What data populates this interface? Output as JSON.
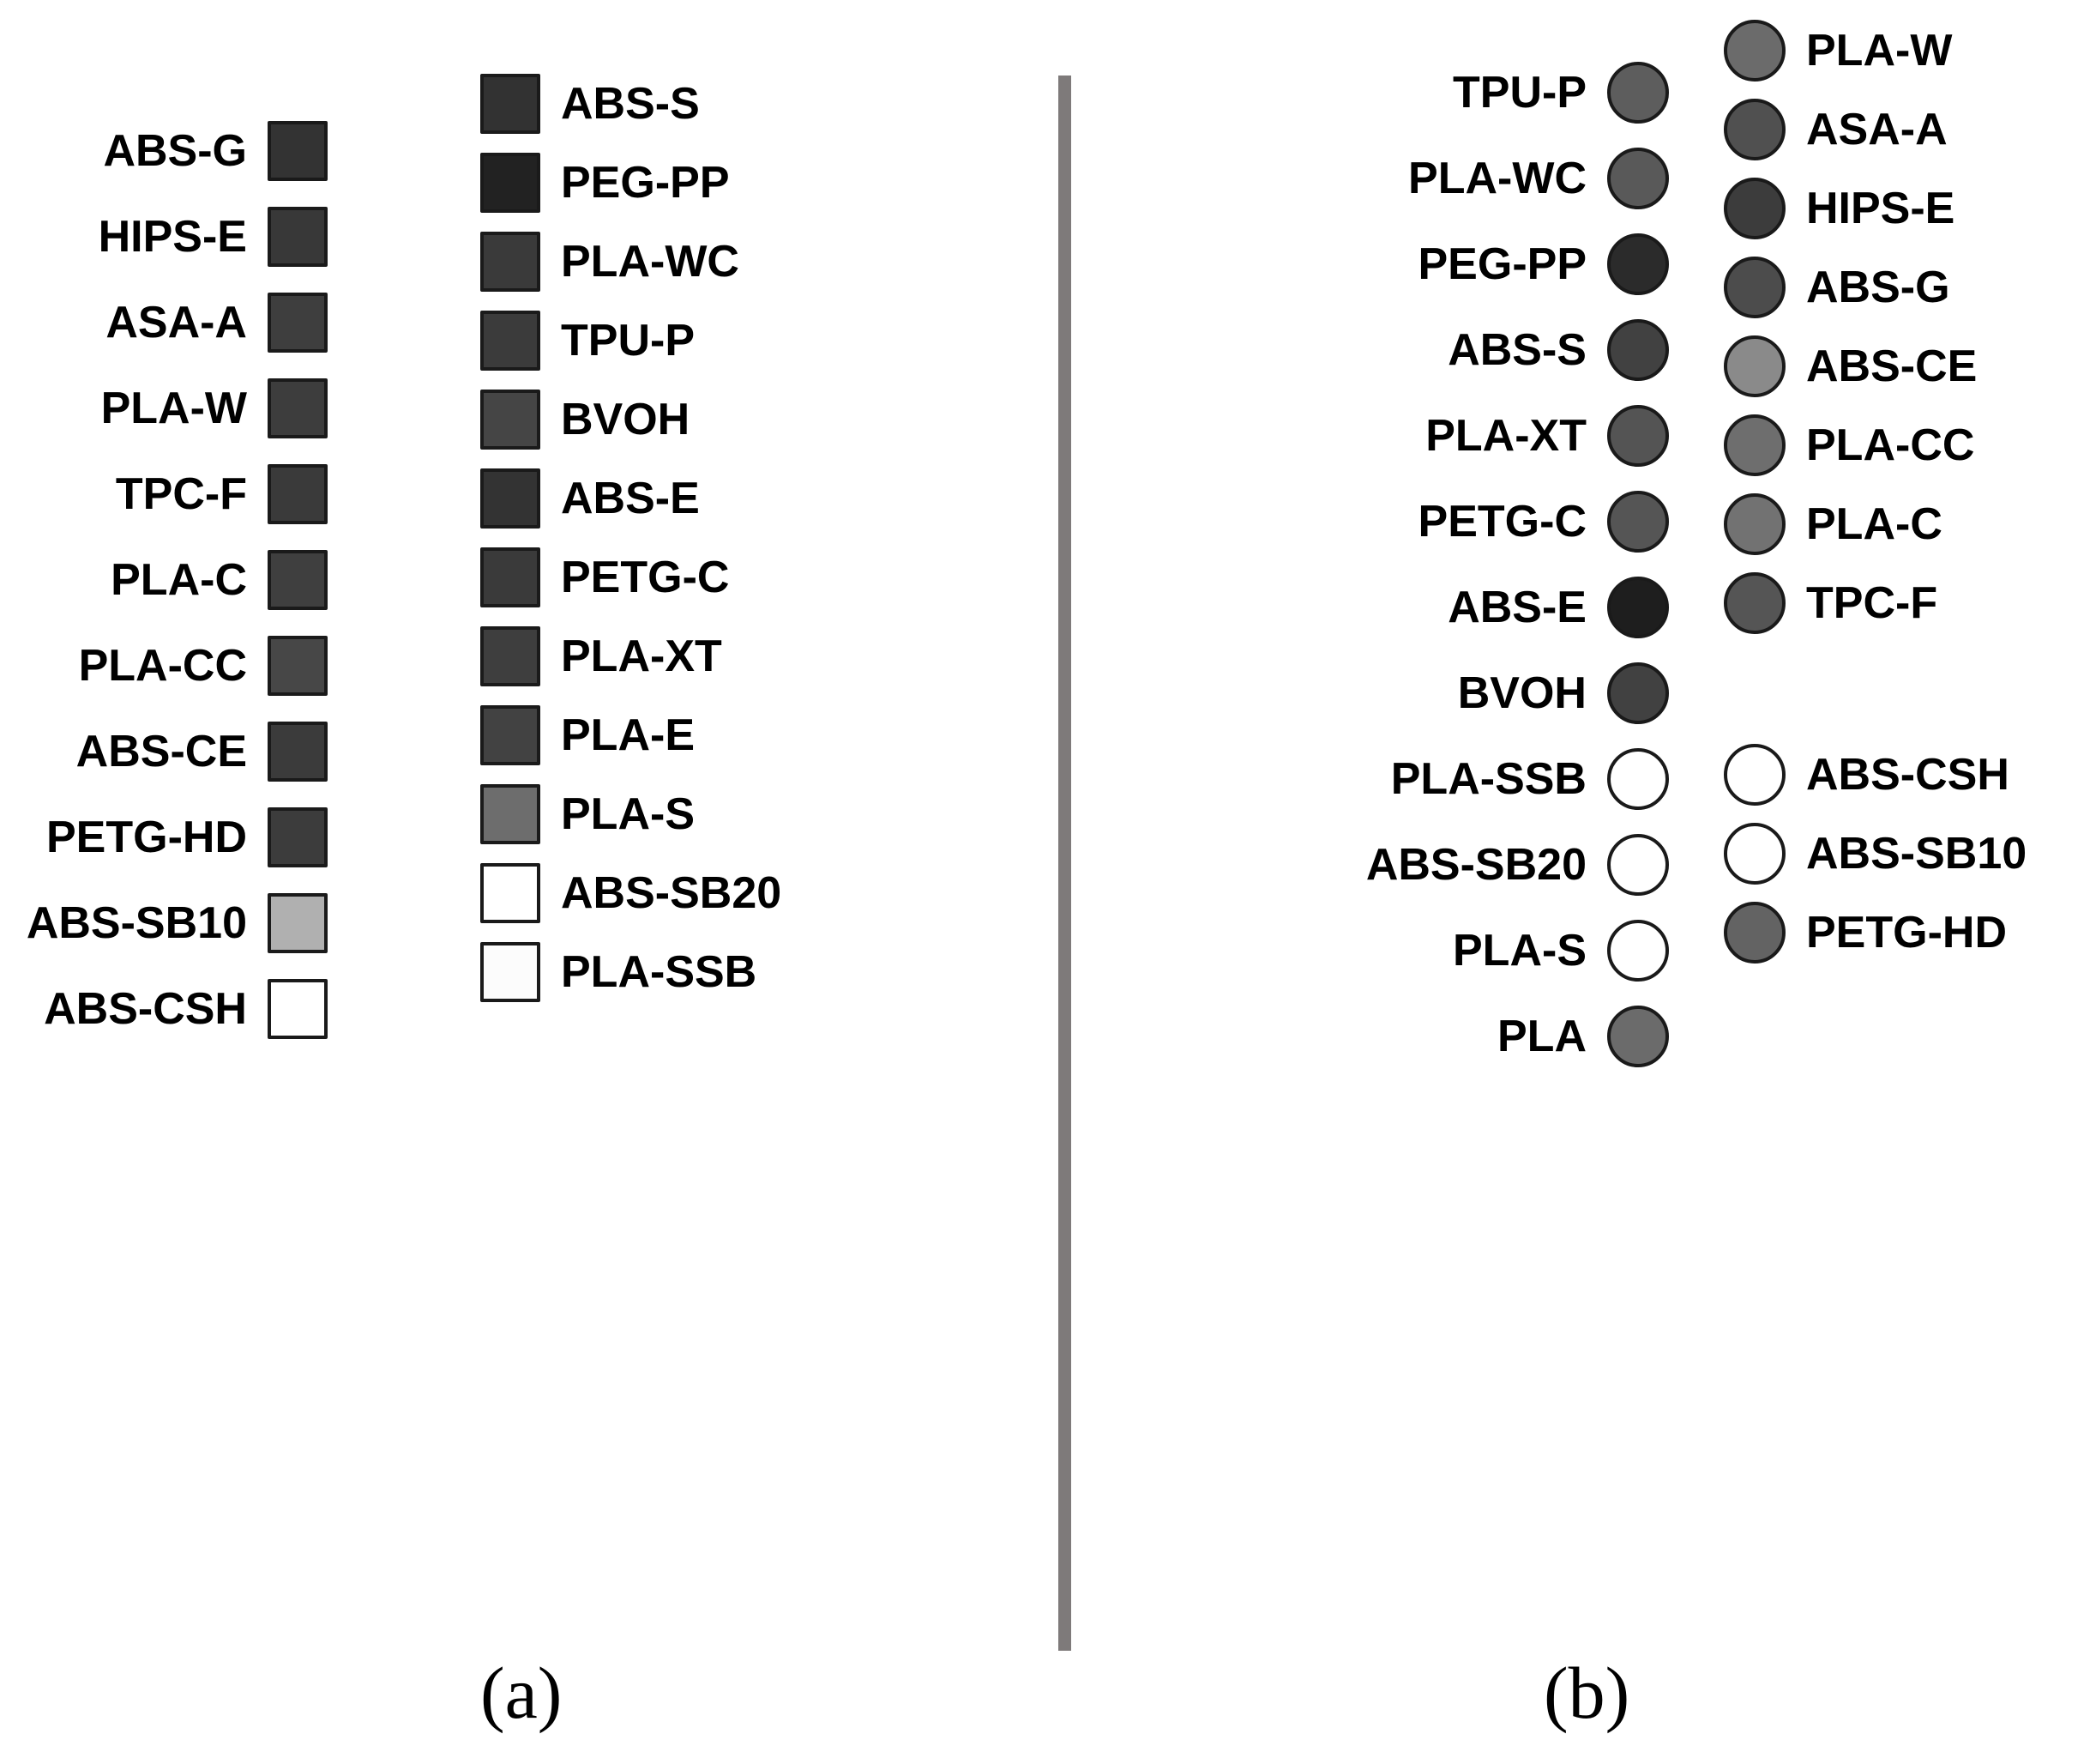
{
  "figure": {
    "panels": [
      {
        "id": "a",
        "caption": "(a)"
      },
      {
        "id": "b",
        "caption": "(b)"
      }
    ],
    "divider_color": "#7e7a7a",
    "outline_color": "#1a1a1a"
  },
  "panel_a": {
    "marker_shape": "square",
    "column1": [
      {
        "label": "ABS-G",
        "color": "#333333"
      },
      {
        "label": "HIPS-E",
        "color": "#383838"
      },
      {
        "label": "ASA-A",
        "color": "#3e3e3e"
      },
      {
        "label": "PLA-W",
        "color": "#3d3d3d"
      },
      {
        "label": "TPC-F",
        "color": "#3a3a3a"
      },
      {
        "label": "PLA-C",
        "color": "#3f3f3f"
      },
      {
        "label": "PLA-CC",
        "color": "#474747"
      },
      {
        "label": "ABS-CE",
        "color": "#3b3b3b"
      },
      {
        "label": "PETG-HD",
        "color": "#3c3c3c"
      },
      {
        "label": "ABS-SB10",
        "color": "#b0b0b0"
      },
      {
        "label": "ABS-CSH",
        "color": "#ffffff"
      }
    ],
    "column2": [
      {
        "label": "ABS-S",
        "color": "#323232"
      },
      {
        "label": "PEG-PP",
        "color": "#222222"
      },
      {
        "label": "PLA-WC",
        "color": "#3a3a3a"
      },
      {
        "label": "TPU-P",
        "color": "#3b3b3b"
      },
      {
        "label": "BVOH",
        "color": "#454545"
      },
      {
        "label": "ABS-E",
        "color": "#333333"
      },
      {
        "label": "PETG-C",
        "color": "#3a3a3a"
      },
      {
        "label": "PLA-XT",
        "color": "#3e3e3e"
      },
      {
        "label": "PLA-E",
        "color": "#424242"
      },
      {
        "label": "PLA-S",
        "color": "#6d6d6d"
      },
      {
        "label": "ABS-SB20",
        "color": "#ffffff"
      },
      {
        "label": "PLA-SSB",
        "color": "#fcfcfc"
      }
    ]
  },
  "panel_b": {
    "marker_shape": "circle",
    "column1": [
      {
        "label": "TPU-P",
        "color": "#5d5d5d"
      },
      {
        "label": "PLA-WC",
        "color": "#595959"
      },
      {
        "label": "PEG-PP",
        "color": "#2b2b2b"
      },
      {
        "label": "ABS-S",
        "color": "#414141"
      },
      {
        "label": "PLA-XT",
        "color": "#545454"
      },
      {
        "label": "PETG-C",
        "color": "#555555"
      },
      {
        "label": "ABS-E",
        "color": "#1e1e1e"
      },
      {
        "label": "BVOH",
        "color": "#414141"
      },
      {
        "label": "PLA-SSB",
        "color": "#ffffff"
      },
      {
        "label": "ABS-SB20",
        "color": "#ffffff"
      },
      {
        "label": "PLA-S",
        "color": "#ffffff"
      },
      {
        "label": "PLA",
        "color": "#6b6b6b"
      }
    ],
    "column2": [
      {
        "label": "PLA-W",
        "color": "#6b6b6b",
        "gap_before": false
      },
      {
        "label": "ASA-A",
        "color": "#505050",
        "gap_before": false
      },
      {
        "label": "HIPS-E",
        "color": "#3c3c3c",
        "gap_before": false
      },
      {
        "label": "ABS-G",
        "color": "#4c4c4c",
        "gap_before": false
      },
      {
        "label": "ABS-CE",
        "color": "#8a8a8a",
        "gap_before": false
      },
      {
        "label": "PLA-CC",
        "color": "#6e6e6e",
        "gap_before": false
      },
      {
        "label": "PLA-C",
        "color": "#727272",
        "gap_before": false
      },
      {
        "label": "TPC-F",
        "color": "#555555",
        "gap_before": false
      },
      {
        "label": "ABS-CSH",
        "color": "#ffffff",
        "gap_before": true
      },
      {
        "label": "ABS-SB10",
        "color": "#ffffff",
        "gap_before": false
      },
      {
        "label": "PETG-HD",
        "color": "#636363",
        "gap_before": false
      }
    ]
  },
  "chart_data": {
    "type": "table",
    "title": "",
    "description": "Two-panel legend key: (a) square markers, (b) circular markers, each mapping a 3D-printing filament material code to a grayscale fill value.",
    "panels": [
      {
        "panel": "(a)",
        "marker": "square",
        "entries": [
          {
            "label": "ABS-G",
            "color": "#333333"
          },
          {
            "label": "HIPS-E",
            "color": "#383838"
          },
          {
            "label": "ASA-A",
            "color": "#3e3e3e"
          },
          {
            "label": "PLA-W",
            "color": "#3d3d3d"
          },
          {
            "label": "TPC-F",
            "color": "#3a3a3a"
          },
          {
            "label": "PLA-C",
            "color": "#3f3f3f"
          },
          {
            "label": "PLA-CC",
            "color": "#474747"
          },
          {
            "label": "ABS-CE",
            "color": "#3b3b3b"
          },
          {
            "label": "PETG-HD",
            "color": "#3c3c3c"
          },
          {
            "label": "ABS-SB10",
            "color": "#b0b0b0"
          },
          {
            "label": "ABS-CSH",
            "color": "#ffffff"
          },
          {
            "label": "ABS-S",
            "color": "#323232"
          },
          {
            "label": "PEG-PP",
            "color": "#222222"
          },
          {
            "label": "PLA-WC",
            "color": "#3a3a3a"
          },
          {
            "label": "TPU-P",
            "color": "#3b3b3b"
          },
          {
            "label": "BVOH",
            "color": "#454545"
          },
          {
            "label": "ABS-E",
            "color": "#333333"
          },
          {
            "label": "PETG-C",
            "color": "#3a3a3a"
          },
          {
            "label": "PLA-XT",
            "color": "#3e3e3e"
          },
          {
            "label": "PLA-E",
            "color": "#424242"
          },
          {
            "label": "PLA-S",
            "color": "#6d6d6d"
          },
          {
            "label": "ABS-SB20",
            "color": "#ffffff"
          },
          {
            "label": "PLA-SSB",
            "color": "#fcfcfc"
          }
        ]
      },
      {
        "panel": "(b)",
        "marker": "circle",
        "entries": [
          {
            "label": "TPU-P",
            "color": "#5d5d5d"
          },
          {
            "label": "PLA-WC",
            "color": "#595959"
          },
          {
            "label": "PEG-PP",
            "color": "#2b2b2b"
          },
          {
            "label": "ABS-S",
            "color": "#414141"
          },
          {
            "label": "PLA-XT",
            "color": "#545454"
          },
          {
            "label": "PETG-C",
            "color": "#555555"
          },
          {
            "label": "ABS-E",
            "color": "#1e1e1e"
          },
          {
            "label": "BVOH",
            "color": "#414141"
          },
          {
            "label": "PLA-SSB",
            "color": "#ffffff"
          },
          {
            "label": "ABS-SB20",
            "color": "#ffffff"
          },
          {
            "label": "PLA-S",
            "color": "#ffffff"
          },
          {
            "label": "PLA",
            "color": "#6b6b6b"
          },
          {
            "label": "PLA-W",
            "color": "#6b6b6b"
          },
          {
            "label": "ASA-A",
            "color": "#505050"
          },
          {
            "label": "HIPS-E",
            "color": "#3c3c3c"
          },
          {
            "label": "ABS-G",
            "color": "#4c4c4c"
          },
          {
            "label": "ABS-CE",
            "color": "#8a8a8a"
          },
          {
            "label": "PLA-CC",
            "color": "#6e6e6e"
          },
          {
            "label": "PLA-C",
            "color": "#727272"
          },
          {
            "label": "TPC-F",
            "color": "#555555"
          },
          {
            "label": "ABS-CSH",
            "color": "#ffffff"
          },
          {
            "label": "ABS-SB10",
            "color": "#ffffff"
          },
          {
            "label": "PETG-HD",
            "color": "#636363"
          }
        ]
      }
    ]
  }
}
